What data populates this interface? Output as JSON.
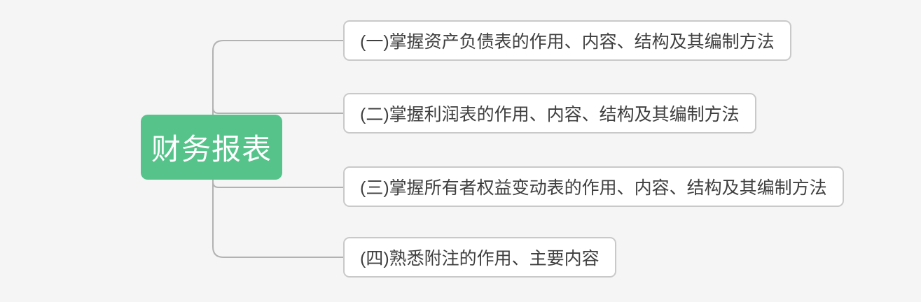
{
  "canvas": {
    "background": "#f5f5f6"
  },
  "mindmap": {
    "root": {
      "label": "财务报表",
      "fill": "#55c38a",
      "text_color": "#ffffff"
    },
    "branches": [
      {
        "label": "(一)掌握资产负债表的作用、内容、结构及其编制方法"
      },
      {
        "label": "(二)掌握利润表的作用、内容、结构及其编制方法"
      },
      {
        "label": "(三)掌握所有者权益变动表的作用、内容、结构及其编制方法"
      },
      {
        "label": "(四)熟悉附注的作用、主要内容"
      }
    ],
    "branch_style": {
      "background": "#ffffff",
      "border_color": "#c9c9c9",
      "text_color": "#3f3f3f"
    },
    "connector_color": "#b2b2b2"
  }
}
